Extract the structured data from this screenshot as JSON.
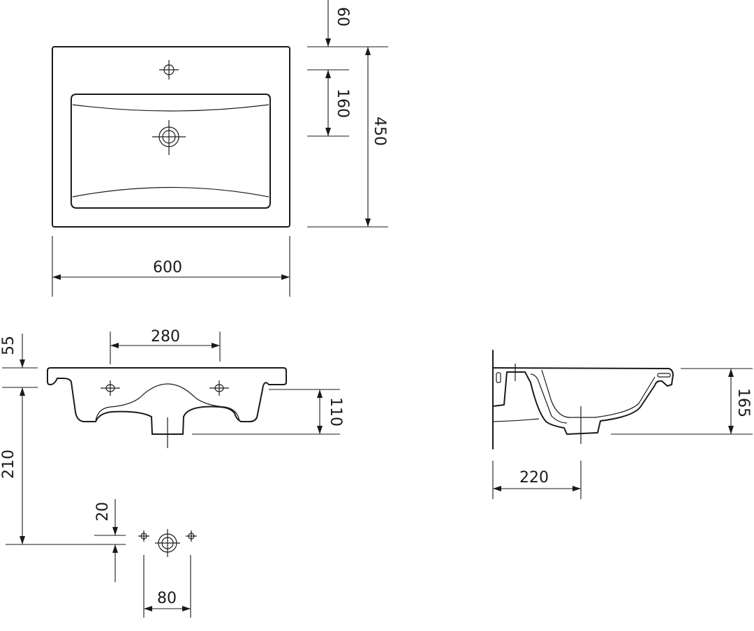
{
  "dimensions": {
    "top_view": {
      "tap_offset": "60",
      "drain_offset": "160",
      "depth": "450",
      "width": "600"
    },
    "front_view": {
      "lip_height": "55",
      "tap_hole_spacing": "280",
      "bowl_height": "110",
      "outlet_height": "210",
      "hole_offset": "20",
      "hole_spacing": "80"
    },
    "side_view": {
      "height": "165",
      "drain_distance": "220"
    }
  },
  "colors": {
    "line": "#1a1a1a",
    "background": "#ffffff"
  }
}
